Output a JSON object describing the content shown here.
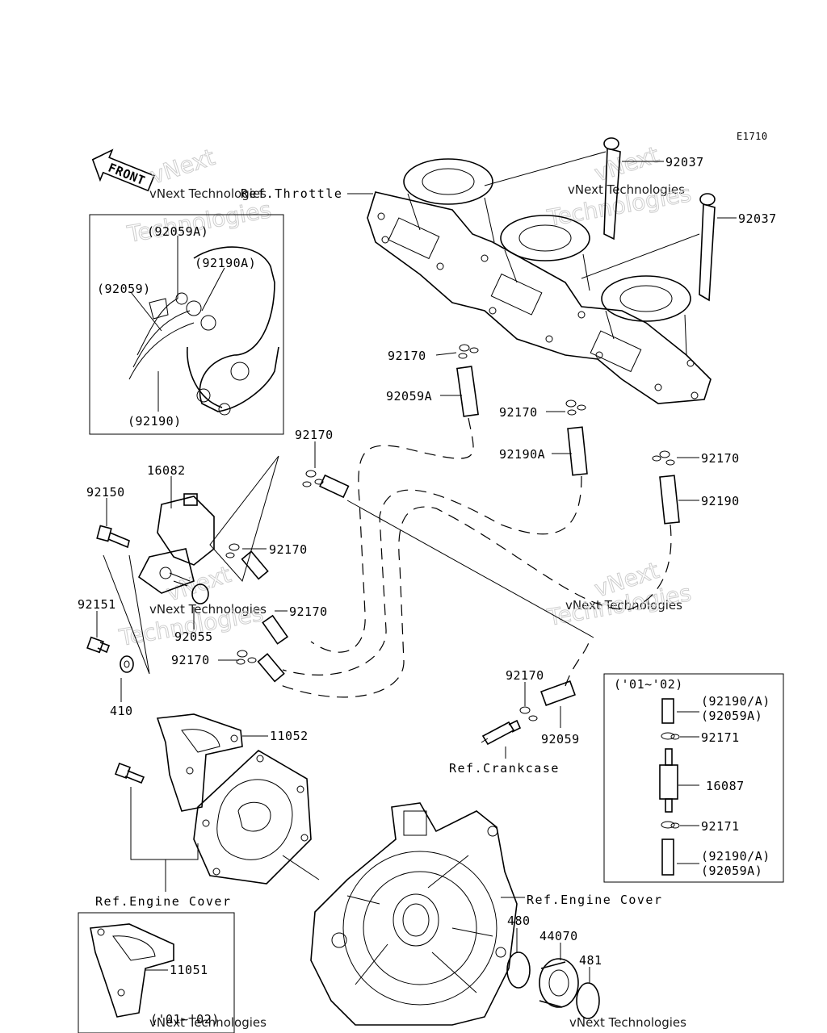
{
  "diagram_code": "E1710",
  "front_label": "FRONT",
  "watermark": {
    "line1": "vNext Technologies",
    "big1": "vNext",
    "big2": "Technologies"
  },
  "refs": {
    "throttle": "Ref.Throttle",
    "crankcase": "Ref.Crankcase",
    "engine_cover_left": "Ref.Engine Cover",
    "engine_cover_right": "Ref.Engine Cover"
  },
  "inset_top_left": {
    "labels": [
      "(92059A)",
      "(92190A)",
      "(92059)",
      "(92190)"
    ]
  },
  "inset_right": {
    "year_range": "('01~'02)",
    "labels": [
      "(92190/A)",
      "(92059A)",
      "92171",
      "16087",
      "92171",
      "(92190/A)",
      "(92059A)"
    ]
  },
  "inset_bottom_left": {
    "part": "11051",
    "year_range": "('01~'02)"
  },
  "parts": {
    "p92037a": "92037",
    "p92037b": "92037",
    "p92170_1": "92170",
    "p92059A": "92059A",
    "p92170_2": "92170",
    "p92190A": "92190A",
    "p92170_3": "92170",
    "p92190": "92190",
    "p92170_4": "92170",
    "p16082": "16082",
    "p92150": "92150",
    "p92170_5": "92170",
    "p92170_6": "92170",
    "p92151": "92151",
    "p92055": "92055",
    "p92170_7": "92170",
    "p410": "410",
    "p92170_8": "92170",
    "p92059": "92059",
    "p11052": "11052",
    "p480": "480",
    "p44070": "44070",
    "p481": "481"
  }
}
